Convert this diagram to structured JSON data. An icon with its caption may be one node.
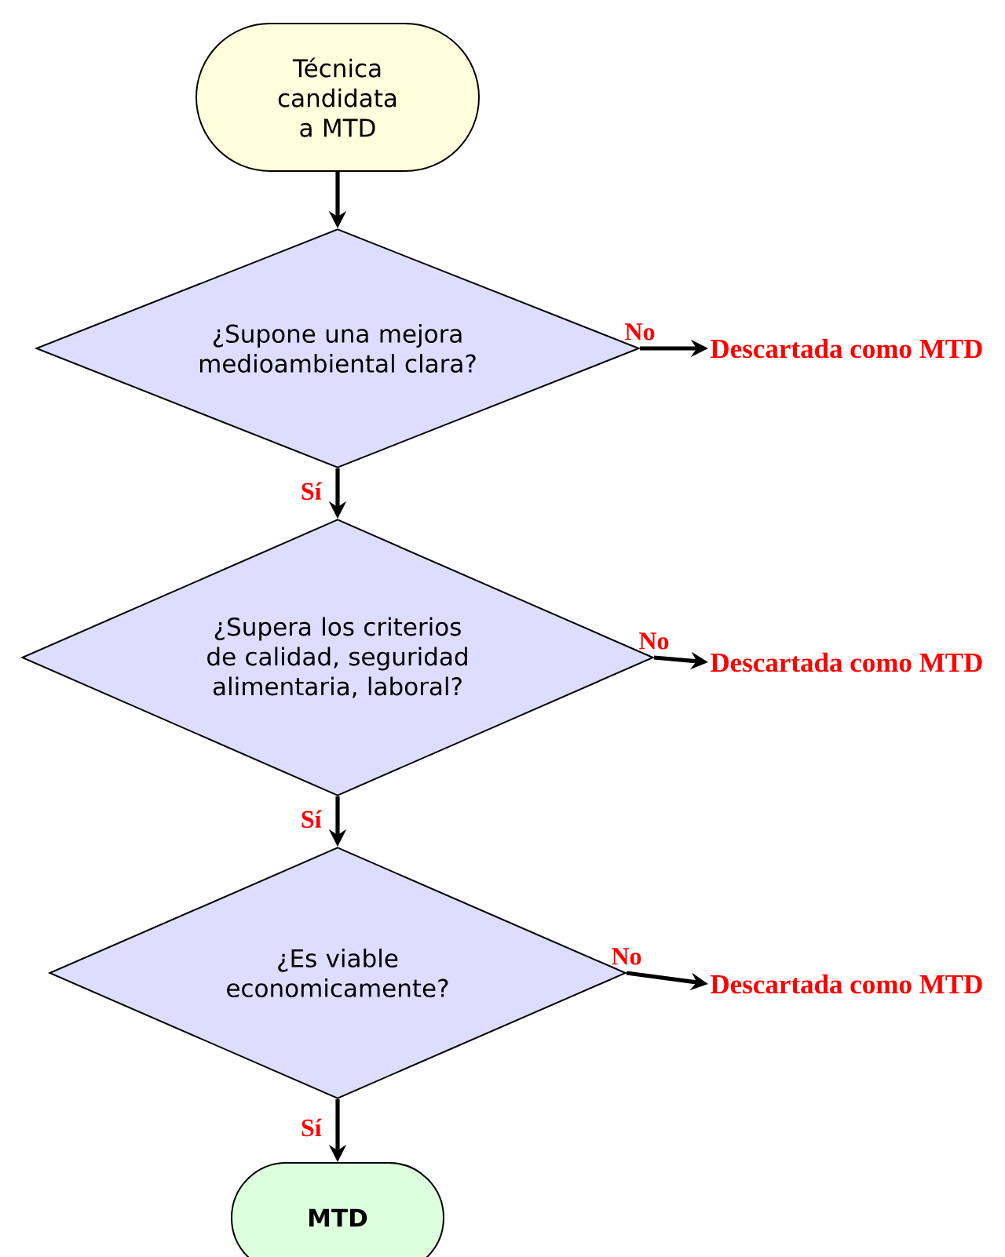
{
  "diagram": {
    "nodes": [
      {
        "text": [
          "Técnica candidata a MTD"
        ]
      },
      {
        "text": [
          "¿Supone una mejora medioambiental clara?"
        ]
      },
      {
        "text": [
          "Descartada como MTD"
        ]
      },
      {
        "text": [
          "¿Supera los criterios de calidad, seguridad alimentaria, laboral?"
        ]
      },
      {
        "text": [
          "Descartada como MTD"
        ]
      },
      {
        "text": [
          "¿Es viable economicamente?"
        ]
      },
      {
        "text": [
          "Descartada como MTD"
        ]
      },
      {
        "text": [
          "MTD"
        ]
      }
    ],
    "edges": [
      {
        "from": 0,
        "to": 1,
        "arrow": "to"
      },
      {
        "from": 1,
        "to": 2,
        "arrow": "to",
        "label": "No"
      },
      {
        "from": 1,
        "to": 3,
        "arrow": "to",
        "label": "Sí"
      },
      {
        "from": 3,
        "to": 4,
        "arrow": "to",
        "label": "No"
      },
      {
        "from": 3,
        "to": 5,
        "arrow": "to",
        "label": "Sí"
      },
      {
        "from": 5,
        "to": 6,
        "arrow": "to",
        "label": "No"
      },
      {
        "from": 5,
        "to": 7,
        "arrow": "to",
        "label": "Sí"
      }
    ]
  }
}
